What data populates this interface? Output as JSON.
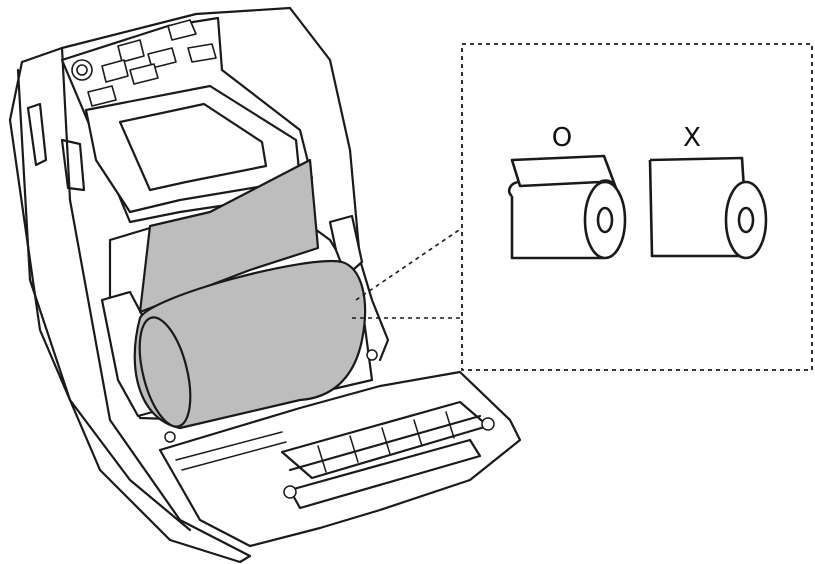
{
  "figure": {
    "subject": "printer-open-with-media-roll",
    "stroke_color": "#1a1a1a",
    "media_fill": "#bdbdbd",
    "body_fill": "#ffffff"
  },
  "callout": {
    "correct": {
      "label": "O",
      "description_icon": "roll-paper-feeding-from-top"
    },
    "incorrect": {
      "label": "X",
      "description_icon": "roll-paper-feeding-from-bottom"
    }
  }
}
